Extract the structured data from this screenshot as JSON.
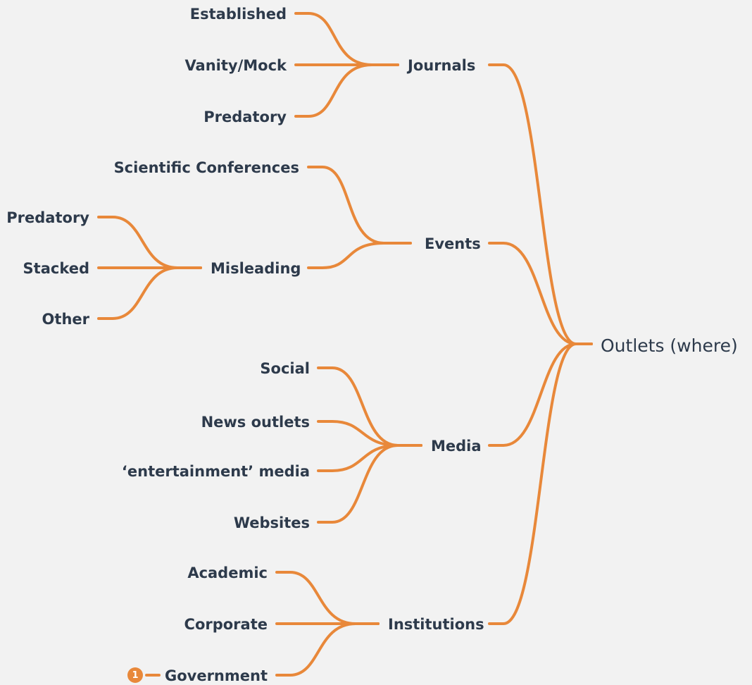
{
  "colors": {
    "branch": "#e8883a",
    "text": "#2d3a4b",
    "background": "#f2f2f2"
  },
  "root": {
    "label": "Outlets (where)"
  },
  "branches": {
    "journals": {
      "label": "Journals",
      "children": {
        "established": "Established",
        "vanity": "Vanity/Mock",
        "predatory": "Predatory"
      }
    },
    "events": {
      "label": "Events",
      "children": {
        "scientific": "Scientific Conferences",
        "misleading": {
          "label": "Misleading",
          "children": {
            "predatory": "Predatory",
            "stacked": "Stacked",
            "other": "Other"
          }
        }
      }
    },
    "media": {
      "label": "Media",
      "children": {
        "social": "Social",
        "news": "News outlets",
        "entertainment": "‘entertainment’ media",
        "websites": "Websites"
      }
    },
    "institutions": {
      "label": "Institutions",
      "children": {
        "academic": "Academic",
        "corporate": "Corporate",
        "government": "Government"
      }
    }
  },
  "badge": {
    "count": "1"
  }
}
